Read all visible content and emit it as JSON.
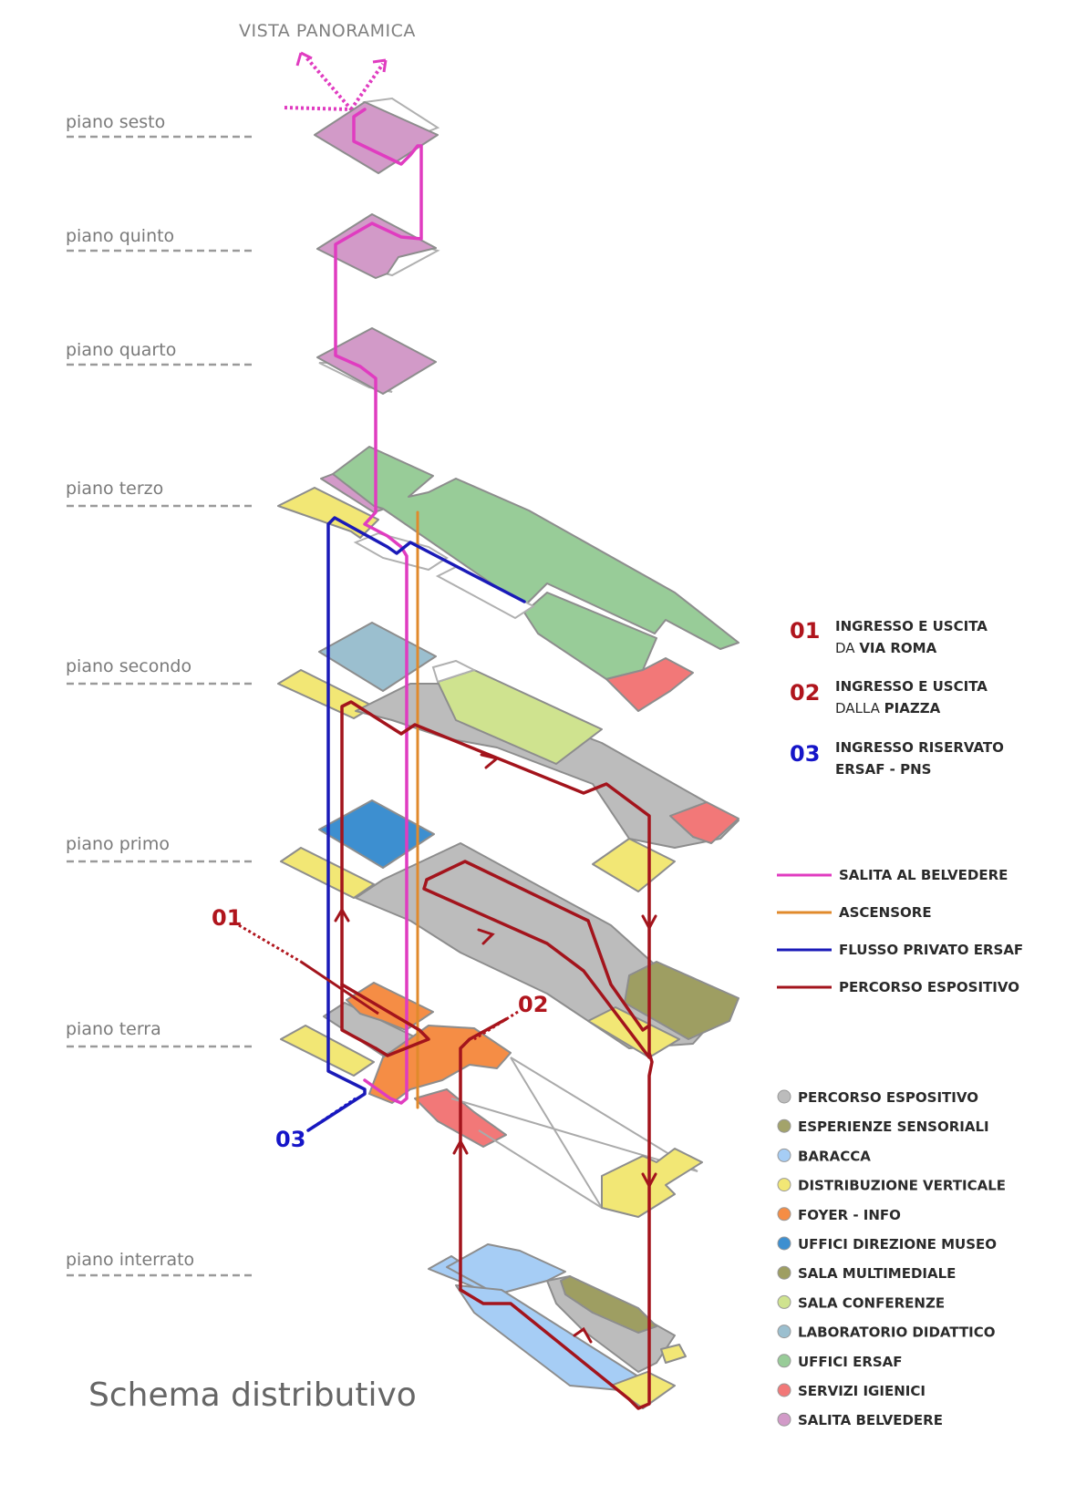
{
  "diagram": {
    "top_label": "VISTA PANORAMICA",
    "caption": "Schema distributivo",
    "floors": [
      {
        "id": "sesto",
        "label": "piano sesto"
      },
      {
        "id": "quinto",
        "label": "piano quinto"
      },
      {
        "id": "quarto",
        "label": "piano quarto"
      },
      {
        "id": "terzo",
        "label": "piano terzo"
      },
      {
        "id": "secondo",
        "label": "piano secondo"
      },
      {
        "id": "primo",
        "label": "piano primo"
      },
      {
        "id": "terra",
        "label": "piano terra"
      },
      {
        "id": "interrato",
        "label": "piano interrato"
      }
    ],
    "entries": [
      {
        "num": "01",
        "color": "#b0151d",
        "line1": "INGRESSO E USCITA",
        "line2_a": "DA ",
        "line2_b": "VIA ROMA"
      },
      {
        "num": "02",
        "color": "#b0151d",
        "line1": "INGRESSO E USCITA",
        "line2_a": "DALLA ",
        "line2_b": "PIAZZA"
      },
      {
        "num": "03",
        "color": "#1515c8",
        "line1": "INGRESSO RISERVATO",
        "line2_a": "ERSAF - PNS",
        "line2_b": ""
      }
    ],
    "path_legend": [
      {
        "label": "SALITA AL BELVEDERE",
        "color": "#e03cc0"
      },
      {
        "label": "ASCENSORE",
        "color": "#e08a2c"
      },
      {
        "label": "FLUSSO PRIVATO ERSAF",
        "color": "#1a1ab8"
      },
      {
        "label": "PERCORSO ESPOSITIVO",
        "color": "#a3141c"
      }
    ],
    "zone_legend": [
      {
        "label": "PERCORSO ESPOSITIVO",
        "color": "#bcbcbc"
      },
      {
        "label": "ESPERIENZE SENSORIALI",
        "color": "#a3a36a"
      },
      {
        "label": "BARACCA",
        "color": "#a6cdf5"
      },
      {
        "label": "DISTRIBUZIONE VERTICALE",
        "color": "#f2e775"
      },
      {
        "label": "FOYER - INFO",
        "color": "#f58d45"
      },
      {
        "label": "UFFICI DIREZIONE MUSEO",
        "color": "#3d8fd0"
      },
      {
        "label": "SALA MULTIMEDIALE",
        "color": "#9e9e62"
      },
      {
        "label": "SALA CONFERENZE",
        "color": "#cfe38f"
      },
      {
        "label": "LABORATORIO DIDATTICO",
        "color": "#9bbfcf"
      },
      {
        "label": "UFFICI ERSAF",
        "color": "#98cc98"
      },
      {
        "label": "SERVIZI IGIENICI",
        "color": "#f27878"
      },
      {
        "label": "SALITA BELVEDERE",
        "color": "#d29ac8"
      }
    ],
    "markers": {
      "m01": "01",
      "m02": "02",
      "m03": "03"
    }
  }
}
